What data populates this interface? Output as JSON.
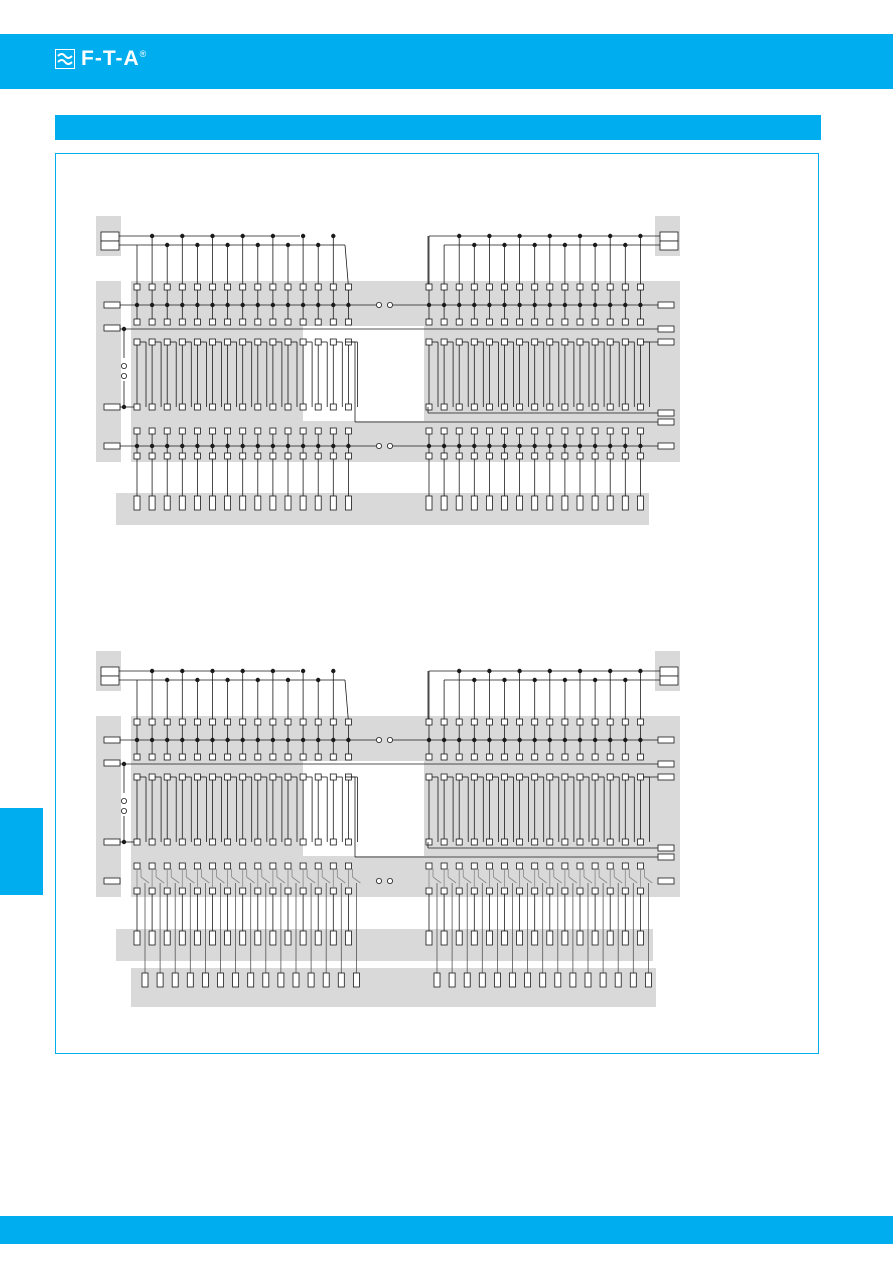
{
  "brand": {
    "logo_text": "F-T-A",
    "registered_mark": "®"
  },
  "colors": {
    "brand_blue": "#00aeef",
    "panel_gray": "#d9d9d9",
    "line": "#1a1a1a",
    "highlight": "#ffffff"
  },
  "icons": {
    "logo_mark": "fta-wave-icon"
  },
  "diagrams": [
    {
      "id": "patch-panel-diagram-1",
      "rows_of_bottom_jacks": 1
    },
    {
      "id": "patch-panel-diagram-2",
      "rows_of_bottom_jacks": 2
    }
  ]
}
